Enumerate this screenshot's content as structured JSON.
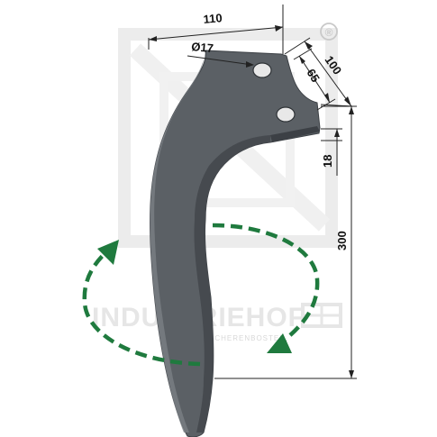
{
  "dimensions": {
    "width_top": "110",
    "hole_diameter": "Ø17",
    "diagonal": "100",
    "hole_spacing": "65",
    "thickness": "18",
    "height": "300"
  },
  "watermark": {
    "brand": "INDUSTRIEHOF",
    "sub": "SCHERENBOSTEL"
  },
  "registered_mark": "®",
  "colors": {
    "blade": "#5b6065",
    "blade_dark": "#3c4045",
    "blade_light": "#7a7f85",
    "arrow": "#1f7a3e",
    "watermark": "#e6e6e6",
    "dim_line": "#222222"
  }
}
